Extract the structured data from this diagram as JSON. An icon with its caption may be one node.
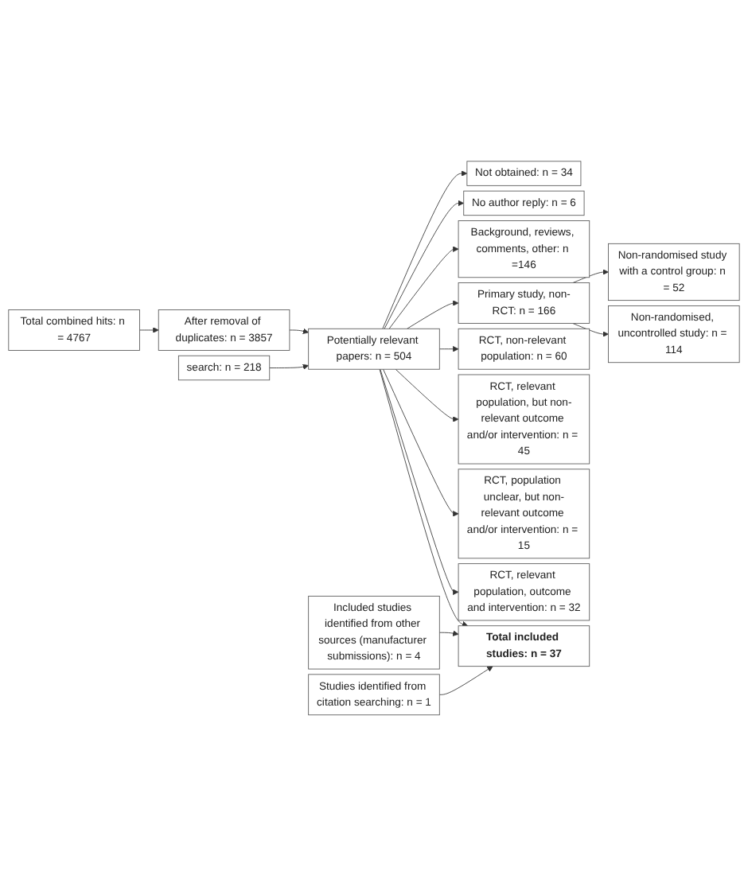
{
  "diagram": {
    "nodes": [
      {
        "text": [
          "Total combined hits: n = 4767"
        ]
      },
      {
        "text": [
          "After removal of duplicates: n = 3857"
        ]
      },
      {
        "text": [
          "search: n = 218"
        ]
      },
      {
        "text": [
          "Potentially relevant papers: n = 504"
        ]
      },
      {
        "text": [
          "Not obtained: n = 34"
        ]
      },
      {
        "text": [
          "No author reply: n = 6"
        ]
      },
      {
        "text": [
          "Background, reviews, comments, other: n =146"
        ]
      },
      {
        "text": [
          "Primary study, non-RCT: n = 166"
        ]
      },
      {
        "text": [
          "RCT, non-relevant population: n = 60"
        ]
      },
      {
        "text": [
          "Non-randomised study with a control group: n = 52"
        ]
      },
      {
        "text": [
          "Non-randomised, uncontrolled study: n = 114"
        ]
      },
      {
        "text": [
          "RCT, relevant population, but non-relevant outcome and/or intervention: n = 45"
        ]
      },
      {
        "text": [
          "RCT, population unclear, but non-relevant outcome and/or intervention: n = 15"
        ]
      },
      {
        "text": [
          "RCT, relevant population, outcome and intervention: n = 32"
        ]
      },
      {
        "text": [
          "Included studies identified from other sources (manufacturer submissions): n = 4"
        ]
      },
      {
        "text": [
          "Total included studies: n = 37"
        ]
      },
      {
        "text": [
          "Studies identified from citation searching: n = 1"
        ]
      }
    ],
    "edges": [
      {
        "from": 0,
        "to": 1,
        "arrow": "to"
      },
      {
        "from": 1,
        "to": 3,
        "arrow": "to"
      },
      {
        "from": 2,
        "to": 3,
        "arrow": "to"
      },
      {
        "from": 3,
        "to": 4,
        "arrow": "to"
      },
      {
        "from": 3,
        "to": 5,
        "arrow": "to"
      },
      {
        "from": 3,
        "to": 6,
        "arrow": "to"
      },
      {
        "from": 3,
        "to": 7,
        "arrow": "to"
      },
      {
        "from": 3,
        "to": 8,
        "arrow": "to"
      },
      {
        "from": 7,
        "to": 9,
        "arrow": "to"
      },
      {
        "from": 7,
        "to": 10,
        "arrow": "to"
      },
      {
        "from": 3,
        "to": 11,
        "arrow": "to"
      },
      {
        "from": 3,
        "to": 12,
        "arrow": "to"
      },
      {
        "from": 3,
        "to": 13,
        "arrow": "to"
      },
      {
        "from": 3,
        "to": 15,
        "arrow": "to"
      },
      {
        "from": 14,
        "to": 15,
        "arrow": "to"
      },
      {
        "from": 16,
        "to": 15,
        "arrow": "to"
      }
    ]
  }
}
